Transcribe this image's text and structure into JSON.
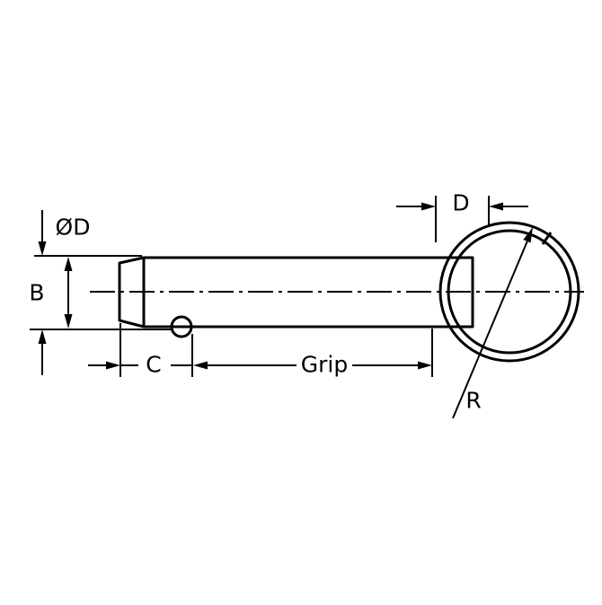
{
  "drawing": {
    "labels": {
      "dia": "ØD",
      "b": "B",
      "c": "C",
      "grip": "Grip",
      "d": "D",
      "r": "R"
    },
    "colors": {
      "line": "#000000",
      "background": "#ffffff"
    }
  }
}
